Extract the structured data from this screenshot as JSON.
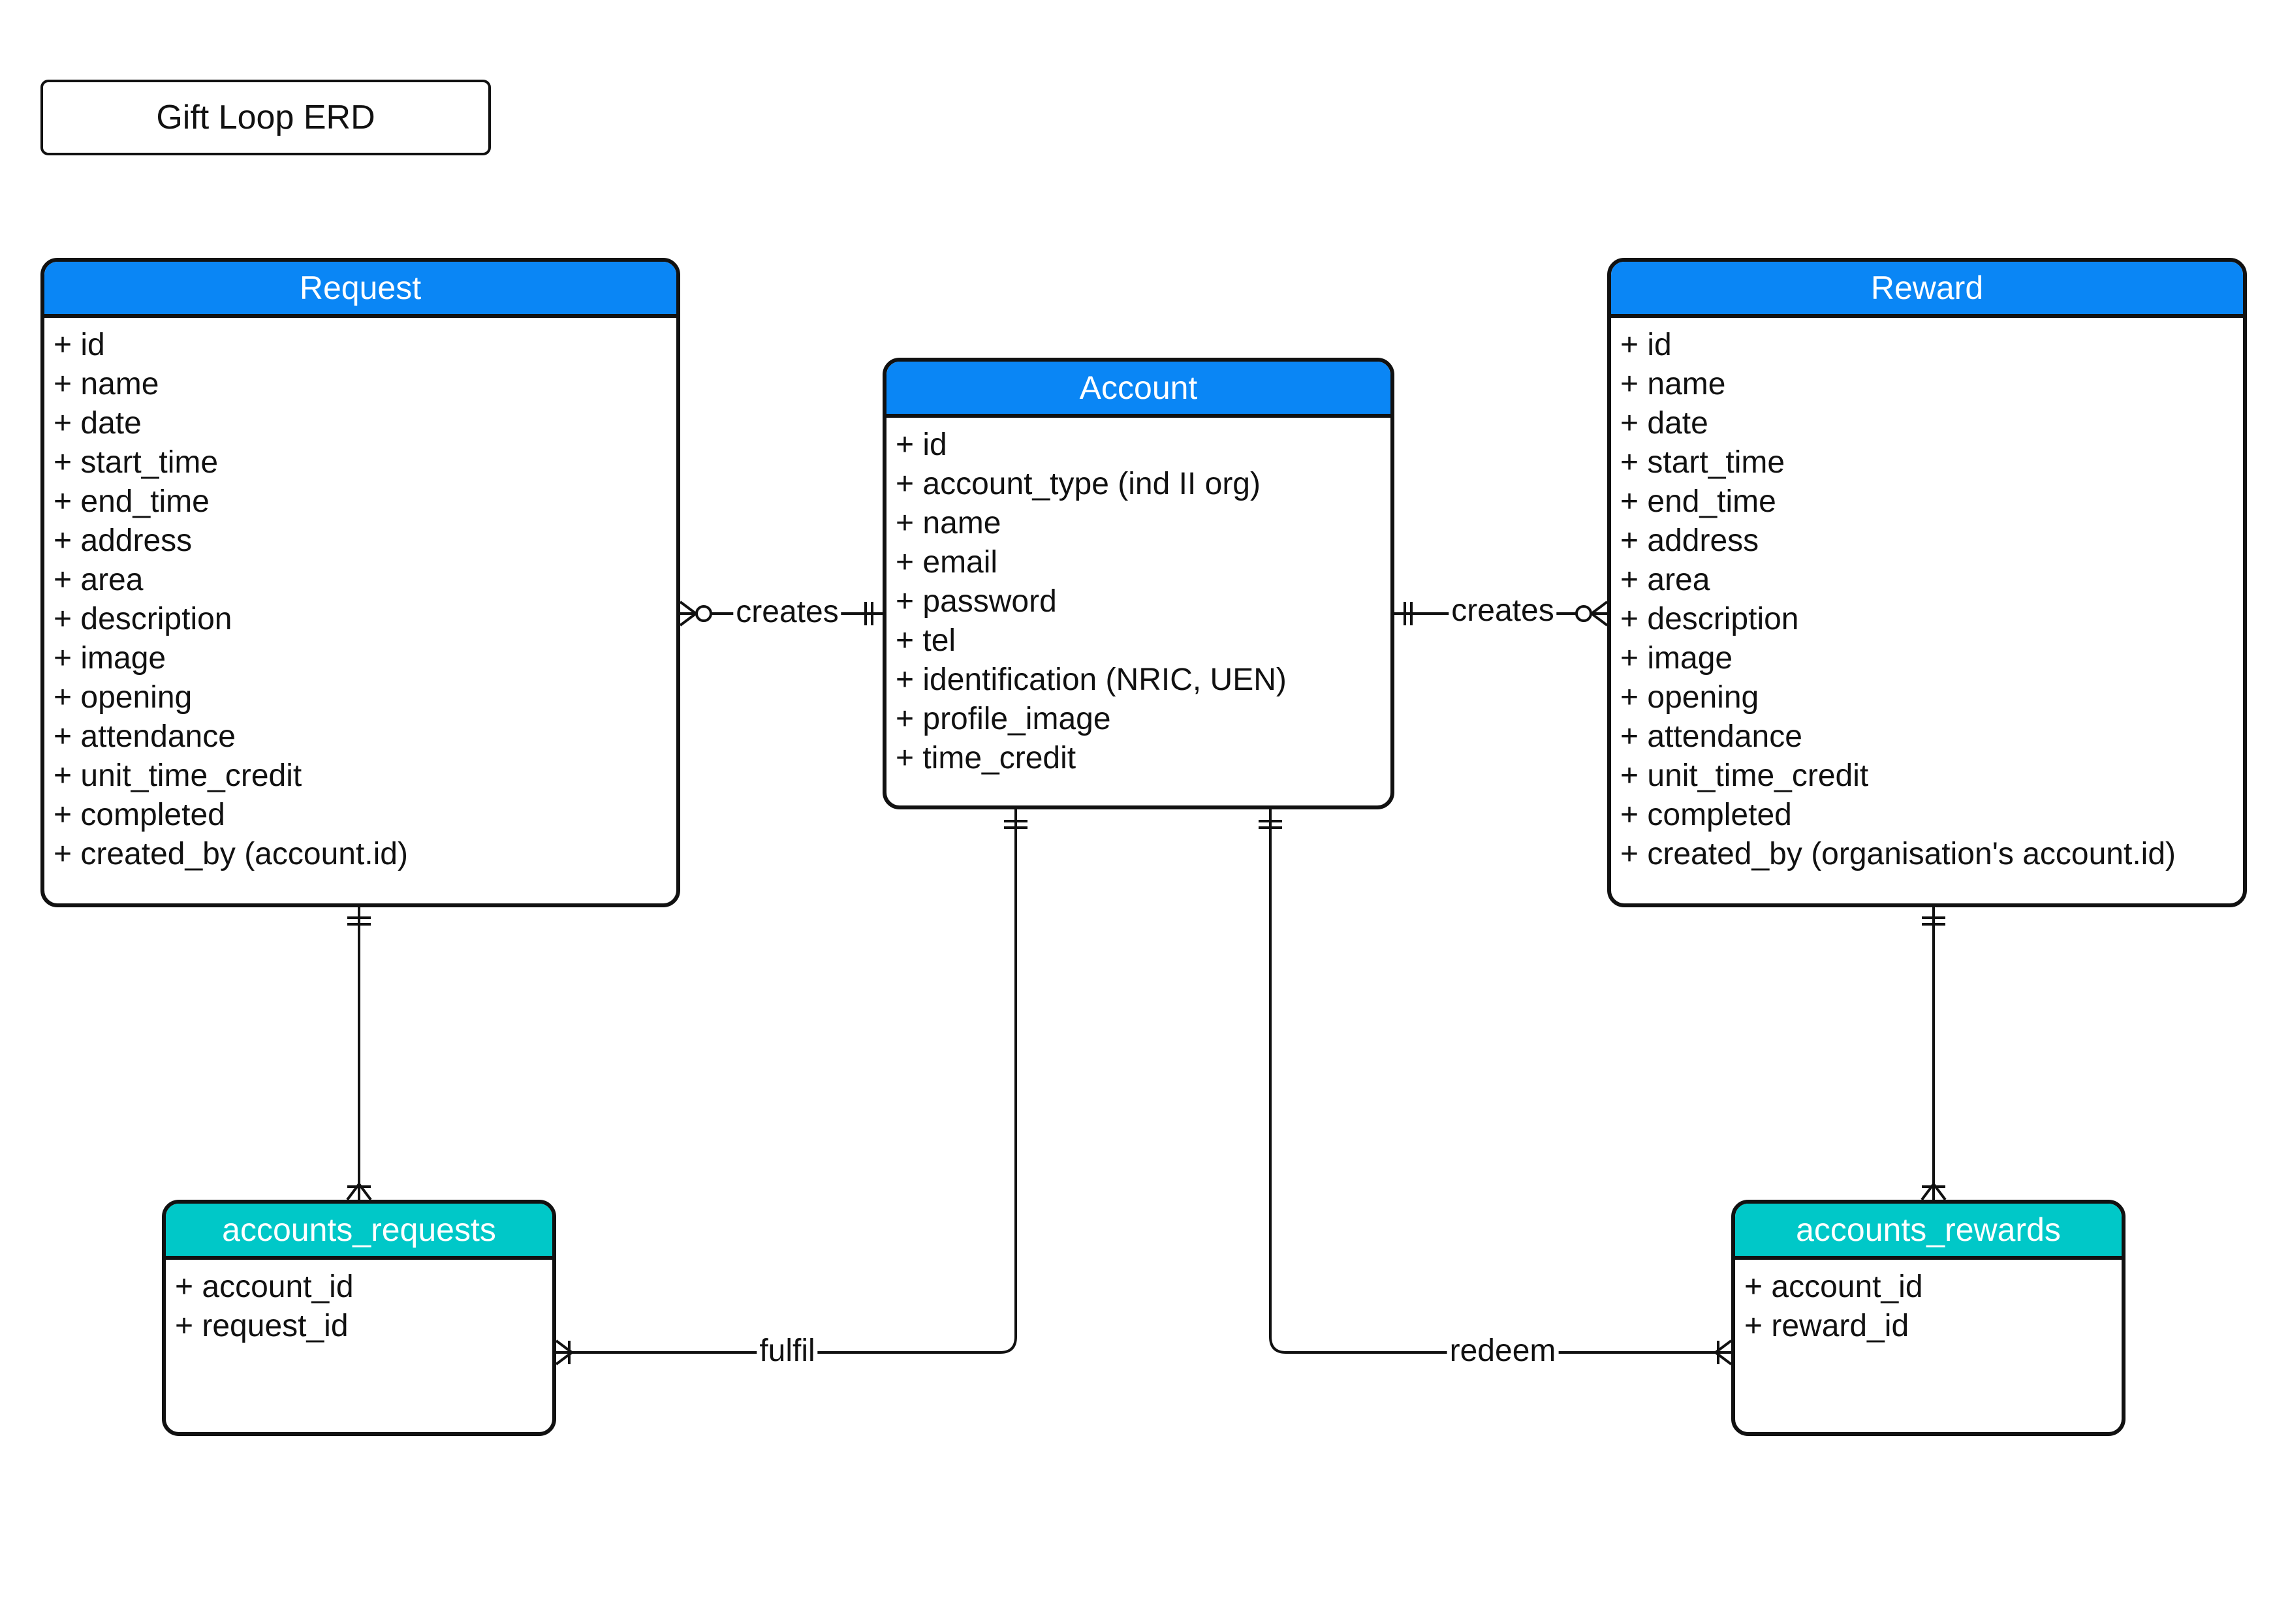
{
  "diagram_title": "Gift Loop ERD",
  "entities": {
    "request": {
      "name": "Request",
      "header_color": "#0a86f5",
      "attributes": [
        "+ id",
        "+ name",
        "+ date",
        "+ start_time",
        "+ end_time",
        "+ address",
        "+ area",
        "+ description",
        "+ image",
        "+ opening",
        "+ attendance",
        "+ unit_time_credit",
        "+ completed",
        "+ created_by (account.id)"
      ]
    },
    "account": {
      "name": "Account",
      "header_color": "#0a86f5",
      "attributes": [
        "+ id",
        "+ account_type (ind II org)",
        "+ name",
        "+ email",
        "+ password",
        "+ tel",
        "+ identification (NRIC, UEN)",
        "+ profile_image",
        "+ time_credit"
      ]
    },
    "reward": {
      "name": "Reward",
      "header_color": "#0a86f5",
      "attributes": [
        "+ id",
        "+ name",
        "+ date",
        "+ start_time",
        "+ end_time",
        "+ address",
        "+ area",
        "+ description",
        "+ image",
        "+ opening",
        "+ attendance",
        "+ unit_time_credit",
        "+ completed",
        "+ created_by (organisation's account.id)"
      ]
    },
    "accounts_requests": {
      "name": "accounts_requests",
      "header_color": "#00c8c8",
      "attributes": [
        "+ account_id",
        "+ request_id"
      ]
    },
    "accounts_rewards": {
      "name": "accounts_rewards",
      "header_color": "#00c8c8",
      "attributes": [
        "+ account_id",
        "+ reward_id"
      ]
    }
  },
  "relationships": [
    {
      "label": "creates",
      "from": "Account",
      "to": "Request",
      "from_cardinality": "one-and-only-one",
      "to_cardinality": "zero-or-many"
    },
    {
      "label": "creates",
      "from": "Account",
      "to": "Reward",
      "from_cardinality": "one-and-only-one",
      "to_cardinality": "zero-or-many"
    },
    {
      "label": "fulfil",
      "from": "Account",
      "to": "accounts_requests",
      "from_cardinality": "one-and-only-one",
      "to_cardinality": "one-or-many"
    },
    {
      "label": "redeem",
      "from": "Account",
      "to": "accounts_rewards",
      "from_cardinality": "one-and-only-one",
      "to_cardinality": "one-or-many"
    },
    {
      "label": "",
      "from": "Request",
      "to": "accounts_requests",
      "from_cardinality": "one-and-only-one",
      "to_cardinality": "one-or-many"
    },
    {
      "label": "",
      "from": "Reward",
      "to": "accounts_rewards",
      "from_cardinality": "one-and-only-one",
      "to_cardinality": "one-or-many"
    }
  ]
}
